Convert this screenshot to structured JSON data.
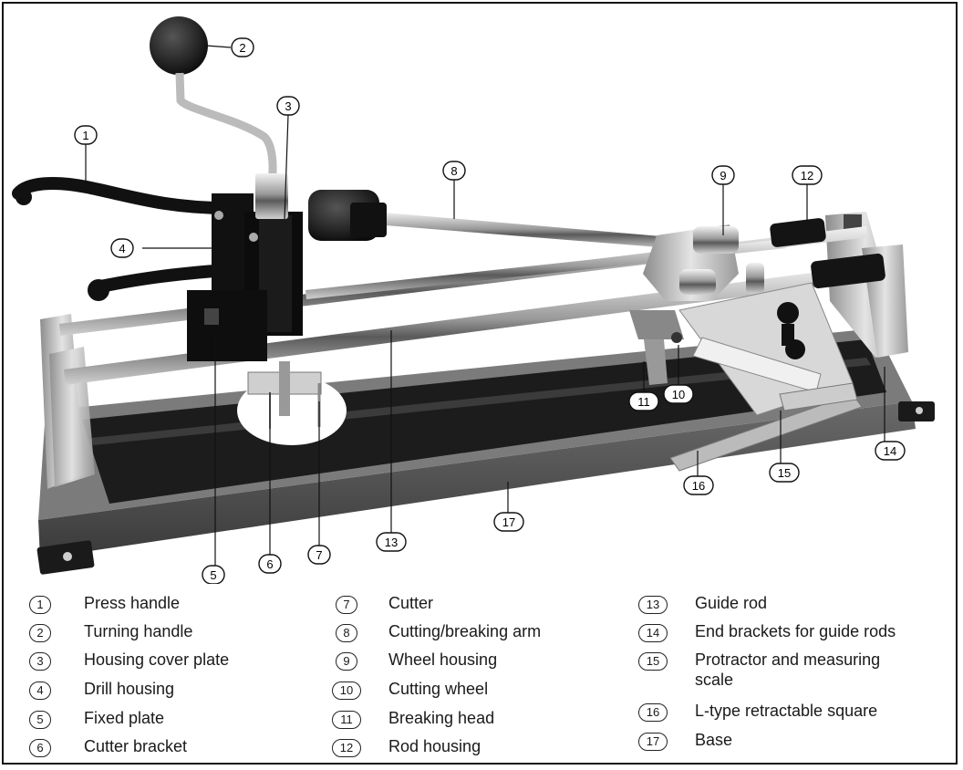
{
  "callouts": [
    {
      "num": "1",
      "name": "callout-1"
    },
    {
      "num": "2",
      "name": "callout-2"
    },
    {
      "num": "3",
      "name": "callout-3"
    },
    {
      "num": "4",
      "name": "callout-4"
    },
    {
      "num": "5",
      "name": "callout-5"
    },
    {
      "num": "6",
      "name": "callout-6"
    },
    {
      "num": "7",
      "name": "callout-7"
    },
    {
      "num": "8",
      "name": "callout-8"
    },
    {
      "num": "9",
      "name": "callout-9"
    },
    {
      "num": "10",
      "name": "callout-10"
    },
    {
      "num": "11",
      "name": "callout-11"
    },
    {
      "num": "12",
      "name": "callout-12"
    },
    {
      "num": "13",
      "name": "callout-13"
    },
    {
      "num": "14",
      "name": "callout-14"
    },
    {
      "num": "15",
      "name": "callout-15"
    },
    {
      "num": "16",
      "name": "callout-16"
    },
    {
      "num": "17",
      "name": "callout-17"
    }
  ],
  "legend": [
    {
      "num": "1",
      "label": "Press handle"
    },
    {
      "num": "2",
      "label": "Turning handle"
    },
    {
      "num": "3",
      "label": "Housing cover plate"
    },
    {
      "num": "4",
      "label": "Drill housing"
    },
    {
      "num": "5",
      "label": "Fixed plate"
    },
    {
      "num": "6",
      "label": "Cutter bracket"
    },
    {
      "num": "7",
      "label": "Cutter"
    },
    {
      "num": "8",
      "label": "Cutting/breaking arm"
    },
    {
      "num": "9",
      "label": "Wheel housing"
    },
    {
      "num": "10",
      "label": "Cutting wheel"
    },
    {
      "num": "11",
      "label": "Breaking head"
    },
    {
      "num": "12",
      "label": "Rod housing"
    },
    {
      "num": "13",
      "label": "Guide rod"
    },
    {
      "num": "14",
      "label": "End brackets for guide rods"
    },
    {
      "num": "15",
      "label": "Protractor and measuring scale"
    },
    {
      "num": "16",
      "label": "L-type retractable square"
    },
    {
      "num": "17",
      "label": "Base"
    }
  ]
}
